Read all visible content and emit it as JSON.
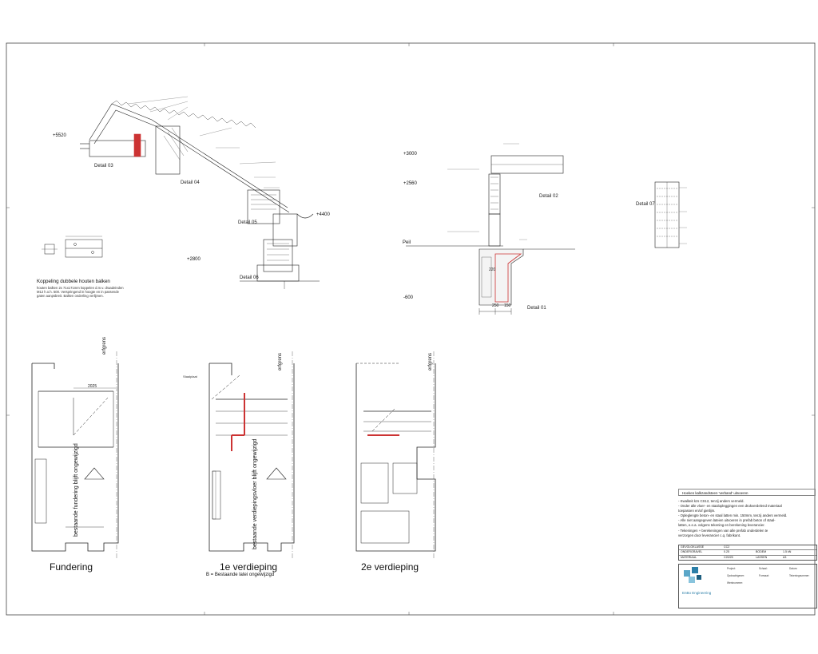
{
  "page": {
    "details": {
      "d03": "Detail 03",
      "d04": "Detail 04",
      "d05": "Detail 05",
      "d06": "Detail 06",
      "d02": "Detail 02",
      "d01": "Detail 01",
      "d07": "Detail 07"
    },
    "levels": {
      "l5520": "+5520",
      "l2800": "+2800",
      "l4400": "+4400",
      "l3000": "+3000",
      "l2560": "+2560",
      "lpeil": "Peil",
      "lm600": "-600"
    },
    "dims": {
      "d220": "220",
      "d250": "250",
      "d150": "150",
      "d2025": "2025"
    },
    "koppeling": {
      "title": "Koppeling dubbele houten balken",
      "lines": [
        "houten balken 2x 71x171mm koppelen d.m.v. draadeinden",
        "M12 h.o.h. 500. Verspringend in hoogte en in passende",
        "gaten aanpsbreit. Balken onderling verlijmen."
      ]
    },
    "plans": {
      "fundering": "Fundering",
      "eerste": "1e verdieping",
      "eerste_sub": "B = Bestaande latei ongewijzigd",
      "tweede": "2e verdieping",
      "erfgrens": "erfgrens",
      "bestaande_fund": "bestaande fundering blijft ongewijzigd",
      "bestaande_verd": "bestaande verdiepingsvloer blijft ongewijzigd",
      "tag_staal": "Staalplaat"
    },
    "notes": {
      "title": "Hoeken kalkzandsteen 'verband' uitvoeren",
      "items": [
        "- Kwaliteit kzs CS12, tenzij anders vermeld.",
        "- Onder alle vloer- en staalopleggingen een drukverdelend materiaal",
        "  toepassen en/of gietlijm.",
        "- Opleglengte beton- en staal latten min. 150mm, tenzij anders vermeld.",
        "- Alle niet aangegeven lateien uitvoeren in prefab beton of staal-",
        "  latten, e.e.a. volgens tekening en berekening leverancier.",
        "- Tekeningen + berekeningen van alle prefab onderdelen te",
        "  verzorgen door leverancier c.q. fabrikant."
      ]
    },
    "table": {
      "rows": [
        [
          "GEVOLGKLASSE",
          "CC2",
          "",
          ""
        ],
        [
          "ONDERGRAVEL",
          "0.25",
          "BODEM",
          "1.5 kN"
        ],
        [
          "MATERIAAL",
          "C20/25",
          "LASSEN",
          "A3"
        ]
      ]
    },
    "titleblock": {
      "company": "EnBo Engineering",
      "cells": [
        "Project:",
        "Opdrachtgever:",
        "Werknummer:",
        "Schaal:",
        "Formaat:",
        "Datum:",
        "Tekeningnummer:"
      ]
    }
  }
}
